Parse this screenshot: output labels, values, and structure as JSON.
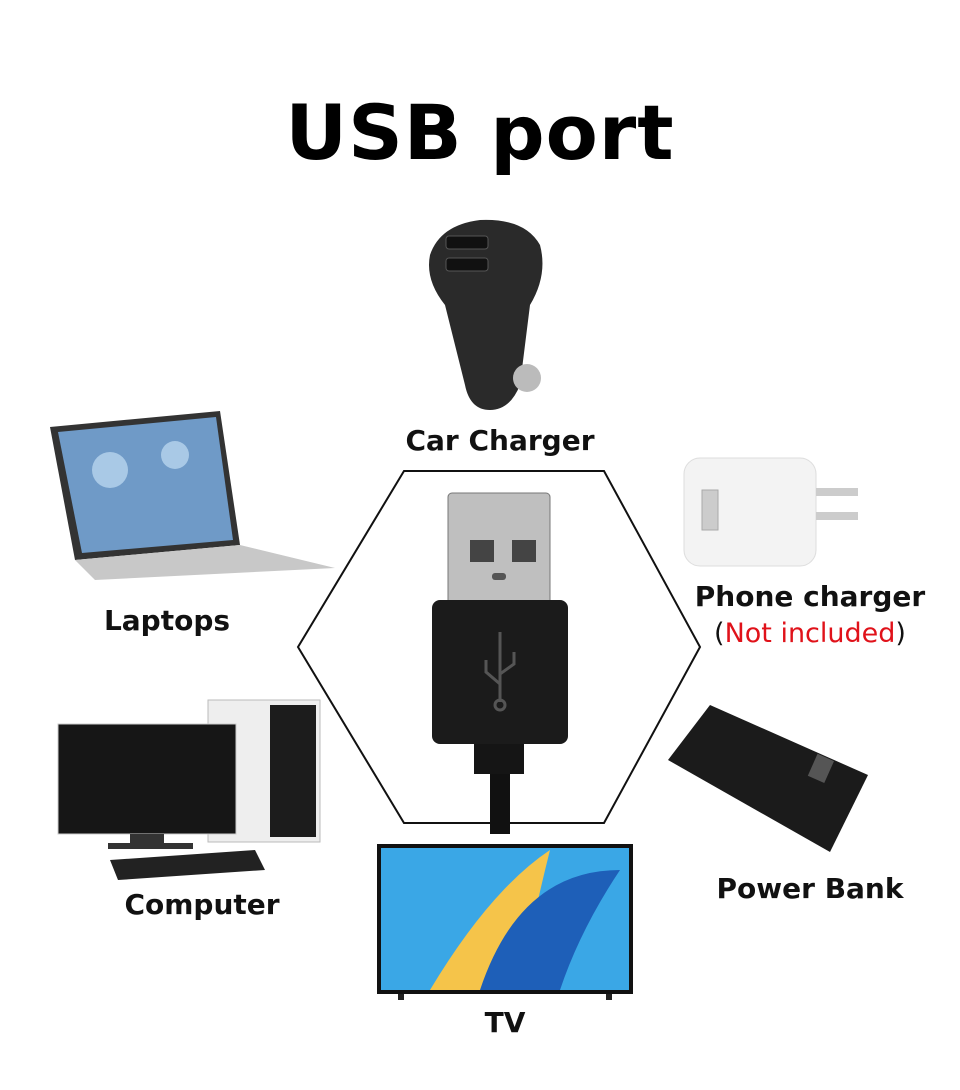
{
  "title": "USB port",
  "devices": [
    {
      "label": "Car Charger"
    },
    {
      "label": "Laptops"
    },
    {
      "label": "Phone charger",
      "note_open": "(",
      "note": "Not included",
      "note_close": ")"
    },
    {
      "label": "Computer"
    },
    {
      "label": "Power Bank"
    },
    {
      "label": "TV"
    }
  ],
  "colors": {
    "note": "#e0121a",
    "text": "#111111"
  }
}
